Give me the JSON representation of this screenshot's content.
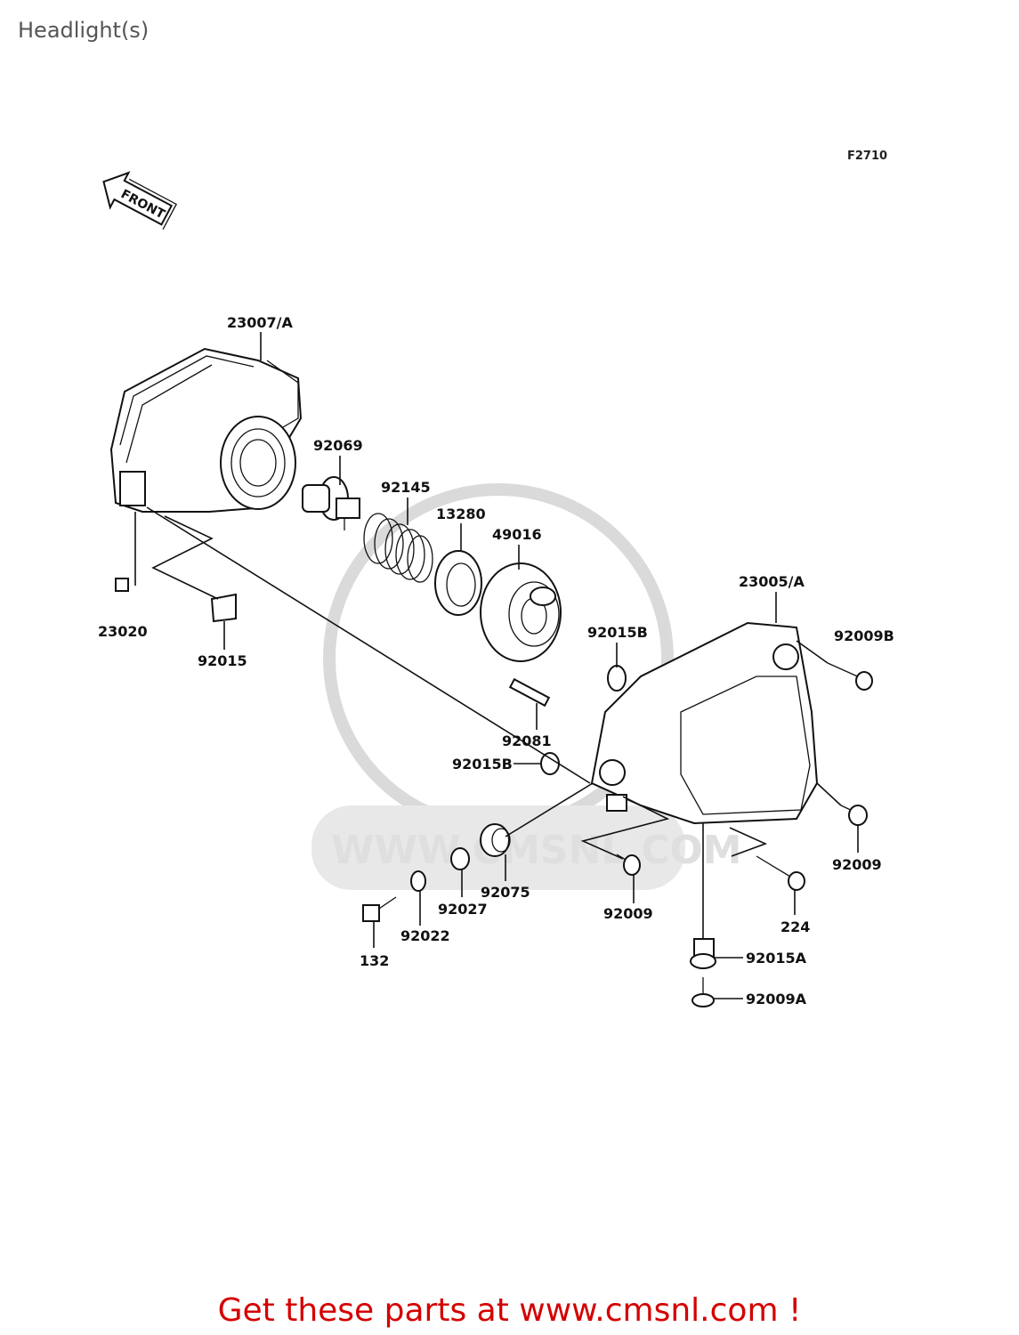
{
  "page": {
    "title": "Headlight(s)",
    "figure_code": "F2710",
    "front_arrow_text": "FRONT",
    "watermark_text": "WWW.CMSNL.COM",
    "footer_link": "Get these parts at www.cmsnl.com !"
  },
  "parts": [
    {
      "id": "p23007",
      "number": "23007/A"
    },
    {
      "id": "p92069",
      "number": "92069"
    },
    {
      "id": "p92145",
      "number": "92145"
    },
    {
      "id": "p13280",
      "number": "13280"
    },
    {
      "id": "p49016",
      "number": "49016"
    },
    {
      "id": "p23005",
      "number": "23005/A"
    },
    {
      "id": "p92009B",
      "number": "92009B"
    },
    {
      "id": "p92015B_a",
      "number": "92015B"
    },
    {
      "id": "p23020",
      "number": "23020"
    },
    {
      "id": "p92015",
      "number": "92015"
    },
    {
      "id": "p92081",
      "number": "92081"
    },
    {
      "id": "p92015B_b",
      "number": "92015B"
    },
    {
      "id": "p92009_r",
      "number": "92009"
    },
    {
      "id": "p92075",
      "number": "92075"
    },
    {
      "id": "p92027",
      "number": "92027"
    },
    {
      "id": "p92022",
      "number": "92022"
    },
    {
      "id": "p92009_m",
      "number": "92009"
    },
    {
      "id": "p224",
      "number": "224"
    },
    {
      "id": "p132",
      "number": "132"
    },
    {
      "id": "p92015A",
      "number": "92015A"
    },
    {
      "id": "p92009A",
      "number": "92009A"
    }
  ]
}
